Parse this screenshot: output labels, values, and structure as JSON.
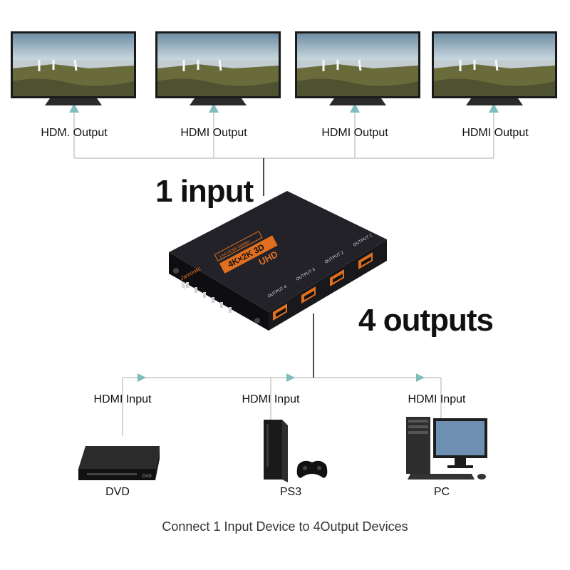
{
  "diagram": {
    "input_label": "1 input",
    "output_label": "4 outputs",
    "caption": "Connect 1 Input Device to 4Output Devices",
    "displays": [
      {
        "label": "HDM. Output"
      },
      {
        "label": "HDMI Output"
      },
      {
        "label": "HDMI Output"
      },
      {
        "label": "HDMI Output"
      }
    ],
    "sources": [
      {
        "port_label": "HDMI Input",
        "device_label": "DVD"
      },
      {
        "port_label": "HDMI Input",
        "device_label": "PS3"
      },
      {
        "port_label": "HDMI Input",
        "device_label": "PC"
      }
    ],
    "splitter": {
      "brand": "Jamonlic",
      "model_lines": [
        "1X4 HDMI Splitter",
        "4K×2K 3D"
      ],
      "badge": "UHD",
      "ports": [
        "OUTPUT 1",
        "OUTPUT 2",
        "OUTPUT 3",
        "OUTPUT 4"
      ]
    }
  },
  "colors": {
    "connector": "#7fbcbc",
    "line": "#c8c8c8",
    "splitter_body": "#15151a",
    "splitter_accent": "#e07020"
  }
}
